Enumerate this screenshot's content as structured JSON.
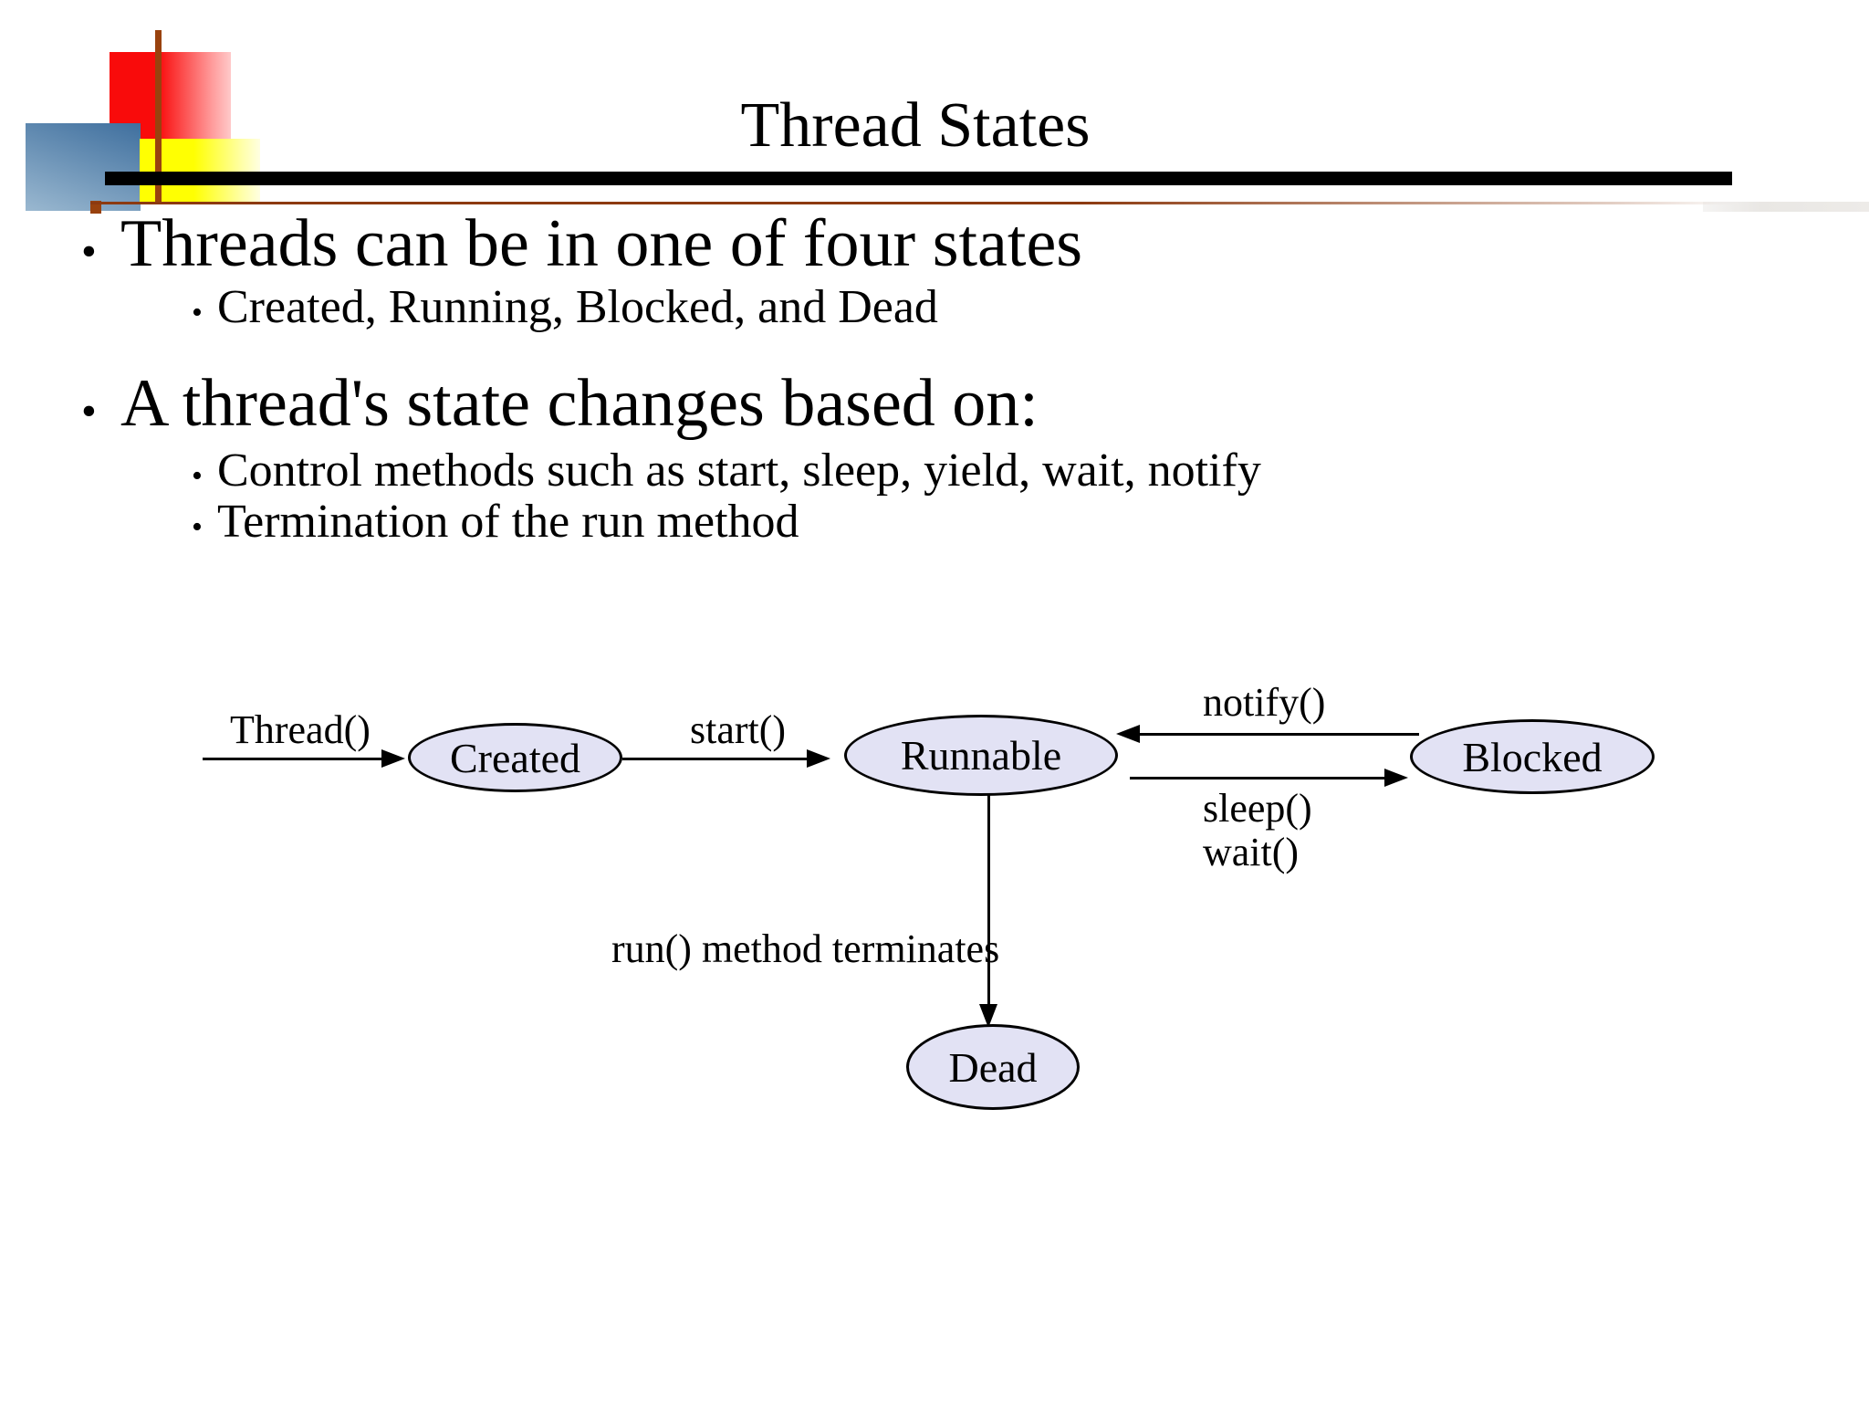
{
  "slide": {
    "title": "Thread States",
    "bullet_char": "•",
    "bullets": [
      {
        "level": 1,
        "text": "Threads can be in one of four states"
      },
      {
        "level": 2,
        "text": "Created, Running, Blocked, and Dead"
      },
      {
        "level": 1,
        "text": "A thread's state changes based on:"
      },
      {
        "level": 2,
        "text": "Control methods such as start, sleep, yield, wait, notify"
      },
      {
        "level": 2,
        "text": "Termination of the run method"
      }
    ]
  },
  "diagram": {
    "type": "state-diagram",
    "states": [
      {
        "id": "created",
        "label": "Created"
      },
      {
        "id": "runnable",
        "label": "Runnable"
      },
      {
        "id": "blocked",
        "label": "Blocked"
      },
      {
        "id": "dead",
        "label": "Dead"
      }
    ],
    "transitions": [
      {
        "from": "start",
        "to": "created",
        "label": "Thread()"
      },
      {
        "from": "created",
        "to": "runnable",
        "label": "start()"
      },
      {
        "from": "blocked",
        "to": "runnable",
        "label": "notify()"
      },
      {
        "from": "runnable",
        "to": "blocked",
        "label": "sleep()\nwait()"
      },
      {
        "from": "runnable",
        "to": "dead",
        "label": "run() method terminates"
      }
    ],
    "colors": {
      "state_fill": "#e2e2f4",
      "state_border": "#000000",
      "arrow": "#000000"
    }
  },
  "decoration": {
    "colors": {
      "red": "#f90b0b",
      "yellow": "#ffff02",
      "blue": "#3f6f9e",
      "brown": "#99420e",
      "bar": "#000000"
    }
  }
}
